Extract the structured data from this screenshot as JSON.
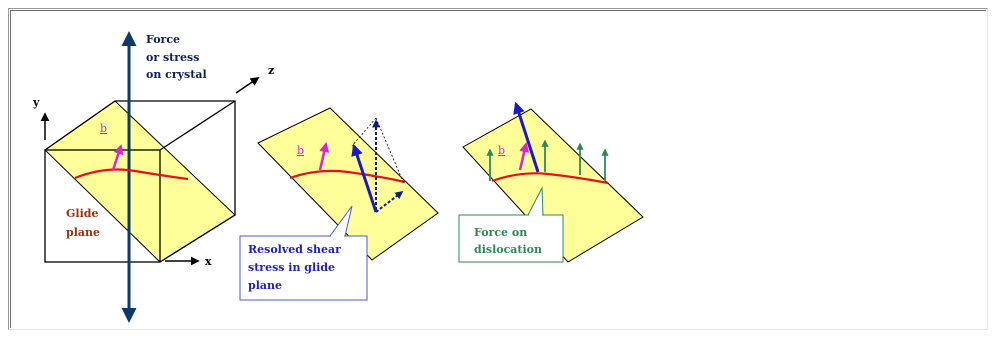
{
  "labels": {
    "force_line1": "Force",
    "force_line2": "or stress",
    "force_line3": "on crystal",
    "axis_x": "x",
    "axis_y": "y",
    "axis_z": "z",
    "burgers_1": "b",
    "burgers_2": "b",
    "burgers_3": "b",
    "glide_line1": "Glide",
    "glide_line2": "plane",
    "resolved_line1": "Resolved shear",
    "resolved_line2": "stress in glide",
    "resolved_line3": "plane",
    "force_dislocation_line1": "Force on",
    "force_dislocation_line2": "dislocation"
  },
  "colors": {
    "plane_fill": "#ffff99",
    "dislocation_line": "#e8101a",
    "burgers_vector": "#e020d6",
    "force_axis": "#0d3a6b",
    "resolved_stress": "#1a1acc",
    "dislocation_force": "#2d8a57",
    "callout_blue_border": "#4a5bd6",
    "callout_green_border": "#2d8a57"
  }
}
